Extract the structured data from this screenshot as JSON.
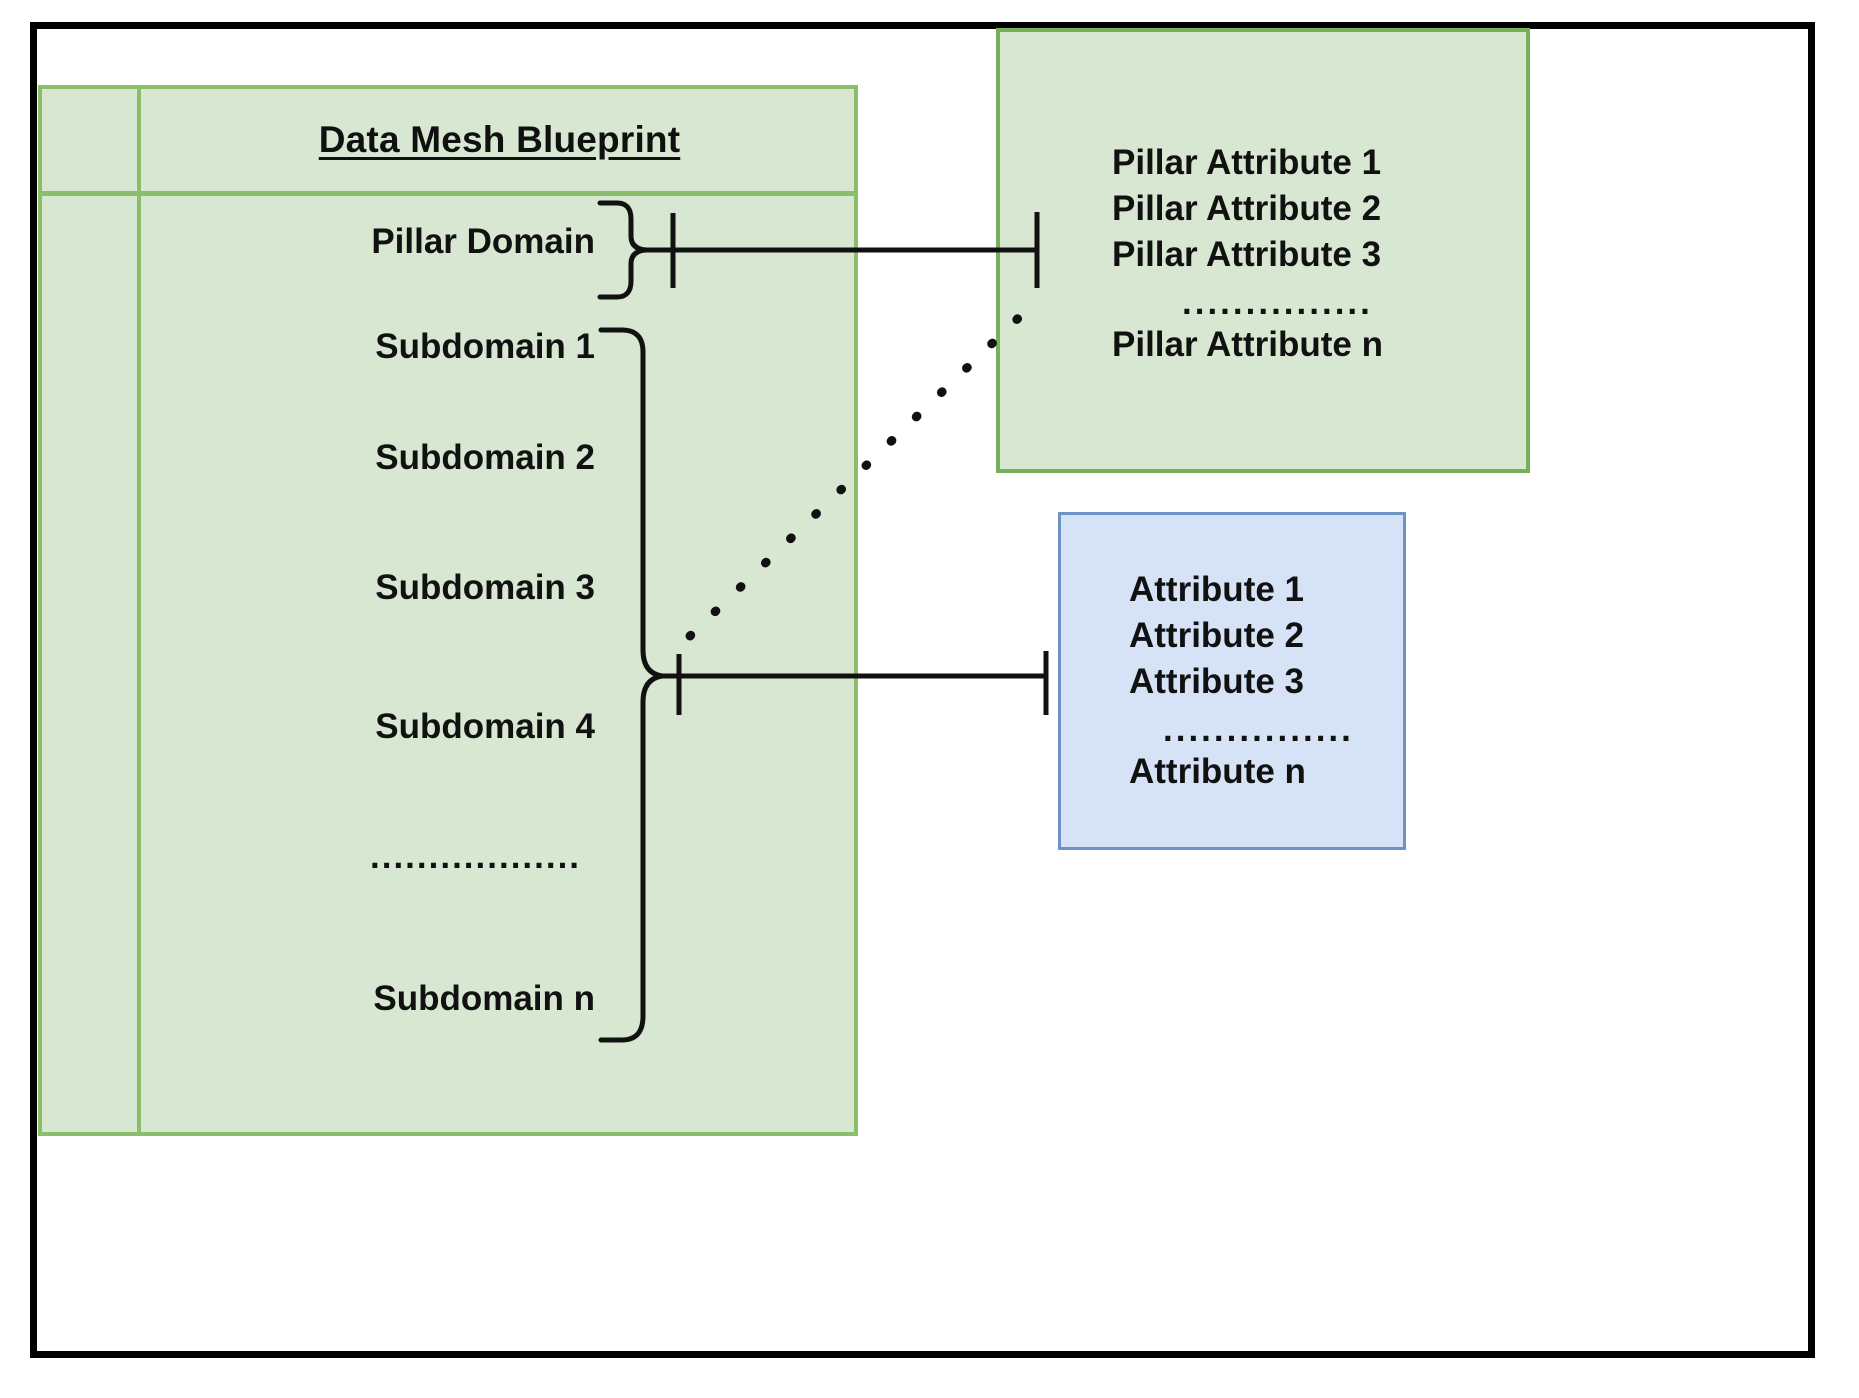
{
  "diagram": {
    "title": "Data Mesh Blueprint",
    "blueprint": {
      "title": "Data Mesh Blueprint",
      "pillar_domain_label": "Pillar Domain",
      "subdomains": [
        "Subdomain 1",
        "Subdomain 2",
        "Subdomain 3",
        "Subdomain 4"
      ],
      "subdomain_ellipsis": "..................",
      "subdomain_last": "Subdomain n"
    },
    "pillar_attribute_box": {
      "items": [
        "Pillar Attribute 1",
        "Pillar Attribute 2",
        "Pillar Attribute 3"
      ],
      "ellipsis": "...............",
      "last": "Pillar Attribute n"
    },
    "attribute_box": {
      "items": [
        "Attribute 1",
        "Attribute 2",
        "Attribute 3"
      ],
      "ellipsis": "...............",
      "last": "Attribute n"
    },
    "colors": {
      "green_fill": "#d7e7d1",
      "green_border": "#8cbd6c",
      "pillar_box_border": "#76b05b",
      "blue_fill": "#d6e3f6",
      "blue_border": "#6d93c6",
      "line": "#111111",
      "frame": "#000000"
    }
  }
}
